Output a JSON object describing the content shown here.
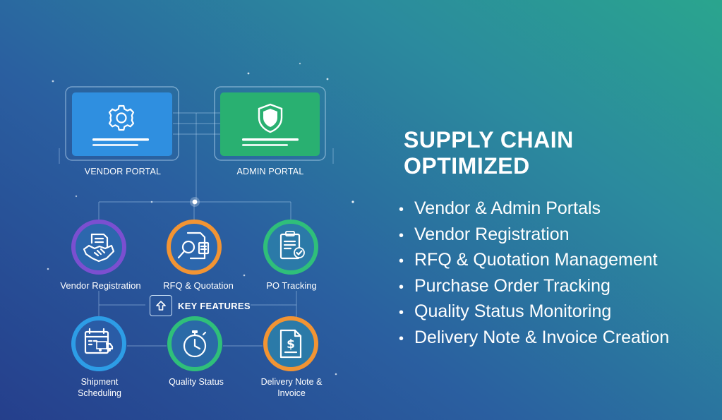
{
  "portals": [
    {
      "label": "VENDOR PORTAL",
      "icon": "gear-icon",
      "color": "#2f8fe0"
    },
    {
      "label": "ADMIN PORTAL",
      "icon": "shield-icon",
      "color": "#29b071"
    }
  ],
  "features_row1": [
    {
      "label": "Vendor Registration",
      "icon": "handshake-document-icon",
      "ring": "#7b4fd0"
    },
    {
      "label": "RFQ & Quotation",
      "icon": "magnifier-document-icon",
      "ring": "#f29433"
    },
    {
      "label": "PO Tracking",
      "icon": "clipboard-check-icon",
      "ring": "#2fbf7a"
    }
  ],
  "key_features": {
    "label": "KEY FEATURES",
    "icon": "upload-arrow-icon"
  },
  "features_row2": [
    {
      "label_line1": "Shipment",
      "label_line2": "Scheduling",
      "icon": "calendar-truck-icon",
      "ring": "#2d9de6"
    },
    {
      "label_line1": "Quality Status",
      "label_line2": "",
      "icon": "stopwatch-icon",
      "ring": "#2fbf7a"
    },
    {
      "label_line1": "Delivery Note &",
      "label_line2": "Invoice",
      "icon": "invoice-dollar-icon",
      "ring": "#f29433"
    }
  ],
  "heading": {
    "line1": "SUPPLY CHAIN",
    "line2": "OPTIMIZED"
  },
  "bullet_glyph": "•",
  "bullets": [
    "Vendor & Admin Portals",
    "Vendor Registration",
    "RFQ & Quotation Management",
    "Purchase Order Tracking",
    "Quality Status Monitoring",
    "Delivery Note & Invoice Creation"
  ]
}
